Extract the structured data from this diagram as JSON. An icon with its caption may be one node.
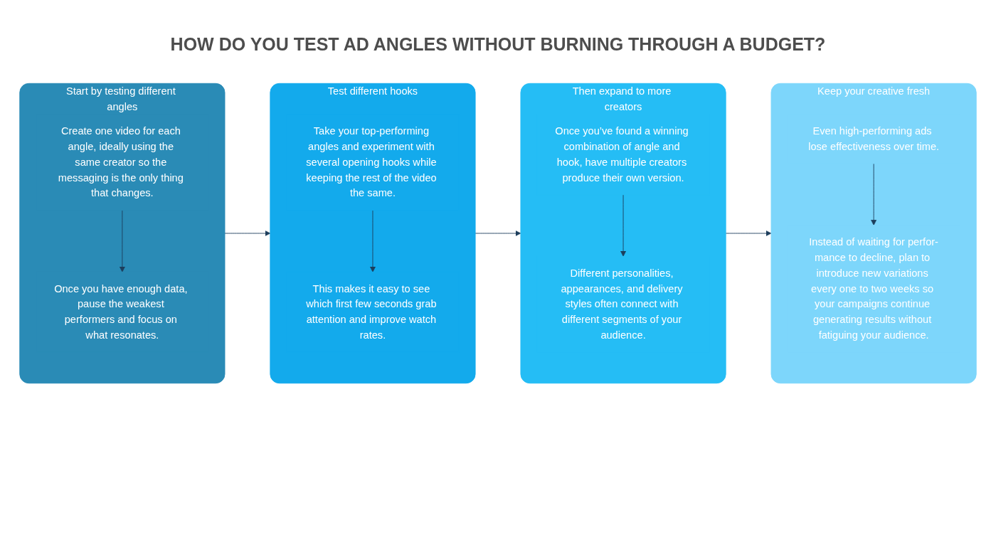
{
  "diagram": {
    "title": "HOW DO YOU TEST AD ANGLES WITHOUT BURNING THROUGH A BUDGET?",
    "nodes": [
      {
        "text": [
          "Start by testing different angles"
        ]
      },
      {
        "text": [
          "Create one video for each angle, ideally using the same creator so the messaging is the only thing that changes."
        ],
        "in": 0
      },
      {
        "text": [
          "Once you have enough data, pause the weakest performers and focus on what resonates."
        ],
        "in": 0
      },
      {
        "text": [
          "Test different hooks"
        ]
      },
      {
        "text": [
          "Take your top-performing angles and experiment with several opening hooks while keeping the rest of the video the same."
        ],
        "in": 3
      },
      {
        "text": [
          "This makes it easy to see which first few seconds grab attention and improve watch rates."
        ],
        "in": 3
      },
      {
        "text": [
          "Then expand to more creators"
        ]
      },
      {
        "text": [
          "Once you’ve found a winning combination of angle and hook, have multiple creators produce their own version."
        ],
        "in": 6
      },
      {
        "text": [
          "Different personalities, appearances, and delivery styles often connect with different segments of your audience."
        ],
        "in": 6
      },
      {
        "text": [
          "Keep your creative fresh"
        ]
      },
      {
        "text": [
          "Even high-performing ads lose effectiveness over time."
        ],
        "in": 9
      },
      {
        "text": [
          "Instead of waiting for perfor-mance to decline, plan to introduce new variations every one to two weeks so your campaigns continue generating results without fatiguing your audience."
        ],
        "in": 9
      }
    ],
    "edges": [
      {
        "from": 1,
        "to": 2,
        "arrow": "to"
      },
      {
        "from": 0,
        "to": 3,
        "arrow": "to"
      },
      {
        "from": 4,
        "to": 5,
        "arrow": "to"
      },
      {
        "from": 3,
        "to": 6,
        "arrow": "to"
      },
      {
        "from": 7,
        "to": 8,
        "arrow": "to"
      },
      {
        "from": 6,
        "to": 9,
        "arrow": "to"
      },
      {
        "from": 10,
        "to": 11,
        "arrow": "to"
      }
    ]
  }
}
